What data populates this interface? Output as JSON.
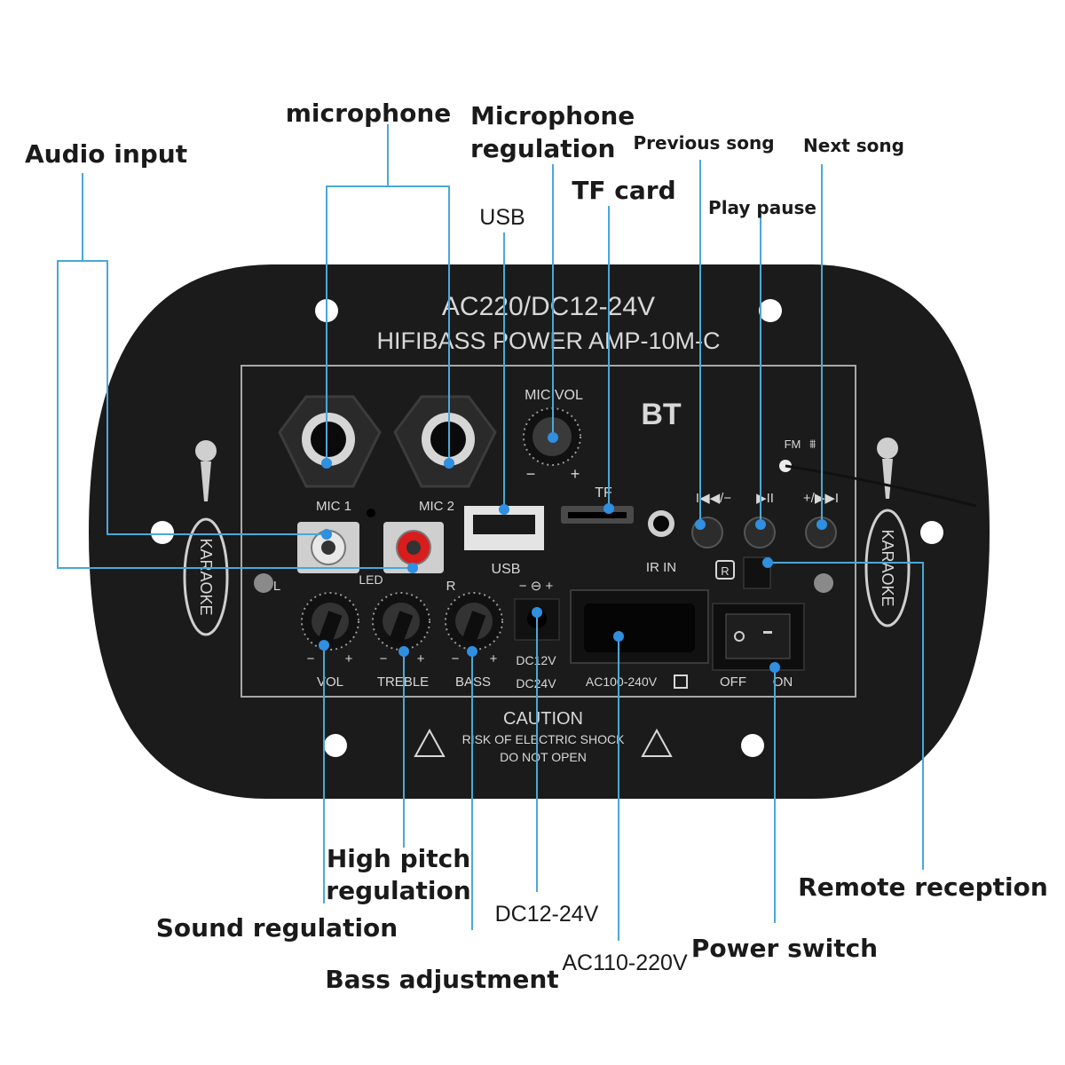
{
  "callouts": {
    "microphone": "microphone",
    "microphone_regulation_1": "Microphone",
    "microphone_regulation_2": "regulation",
    "audio_input": "Audio input",
    "usb": "USB",
    "tf_card": "TF card",
    "previous_song": "Previous song",
    "next_song": "Next song",
    "play_pause": "Play pause",
    "high_pitch_1": "High pitch",
    "high_pitch_2": "regulation",
    "sound_regulation": "Sound regulation",
    "bass_adjustment": "Bass adjustment",
    "dc": "DC12-24V",
    "ac": "AC110-220V",
    "power_switch": "Power switch",
    "remote_reception": "Remote reception"
  },
  "panel": {
    "rating": "AC220/DC12-24V",
    "model": "HIFIBASS POWER AMP-10M-C",
    "bt": "BT",
    "mic_vol": "MIC VOL",
    "minus": "−",
    "plus": "+",
    "mic1": "MIC 1",
    "mic2": "MIC 2",
    "tf": "TF",
    "fm": "FM",
    "prev_btn": "I◀◀/−",
    "play_btn": "▶II",
    "next_btn": "+/▶▶I",
    "l": "L",
    "r": "R",
    "led": "LED",
    "usb": "USB",
    "ir_in": "IR IN",
    "r_mark": "R",
    "dc_polarity": "− ⊖ +",
    "dc12": "DC12V",
    "dc24": "DC24V",
    "ac_in": "AC100-240V",
    "off": "OFF",
    "on": "ON",
    "vol": "VOL",
    "treble": "TREBLE",
    "bass": "BASS",
    "karaoke": "KARAOKE",
    "caution": "CAUTION",
    "risk": "RISK OF ELECTRIC SHOCK",
    "donot": "DO NOT OPEN"
  },
  "colors": {
    "board": "#1b1b1b",
    "leader": "#4aa8d8",
    "dot": "#2f8fe0",
    "panel_text": "#d8d8d8"
  }
}
